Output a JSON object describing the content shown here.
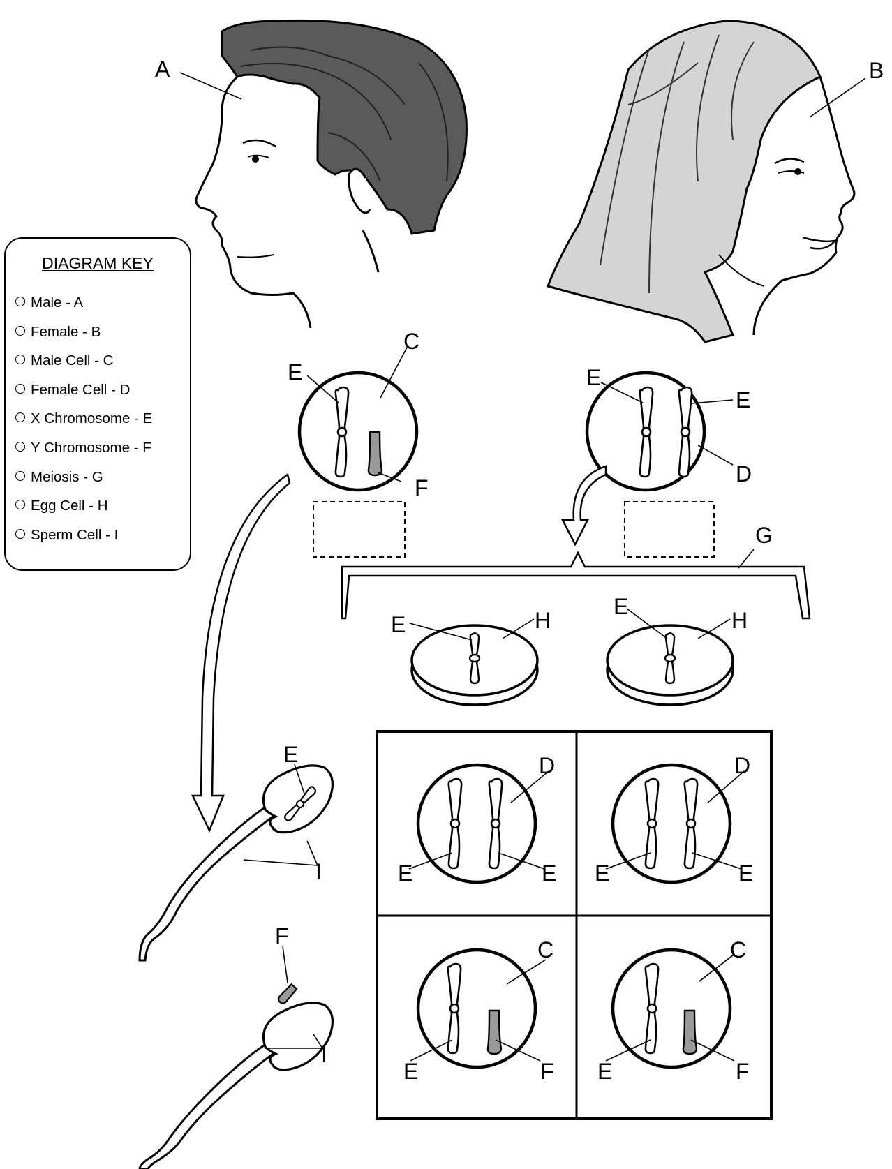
{
  "key": {
    "title": "DIAGRAM KEY",
    "items": [
      "Male - A",
      "Female - B",
      "Male Cell - C",
      "Female Cell - D",
      "X Chromosome - E",
      "Y Chromosome - F",
      "Meiosis - G",
      "Egg Cell - H",
      "Sperm Cell - I"
    ]
  },
  "labels": {
    "A": "A",
    "B": "B",
    "C": "C",
    "D": "D",
    "E": "E",
    "F": "F",
    "G": "G",
    "H": "H",
    "I": "I"
  },
  "colors": {
    "male_hair": "#5a5a5a",
    "female_hair": "#d4d4d4",
    "y_chromosome": "#9a9a9a",
    "line": "#000000"
  }
}
